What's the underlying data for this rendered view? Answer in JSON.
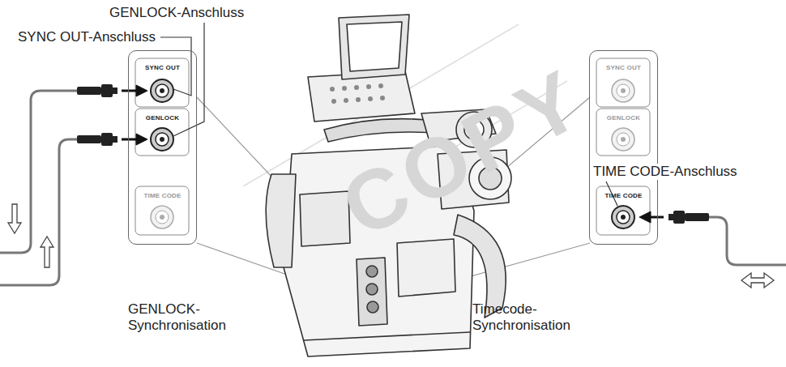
{
  "diagram": {
    "nodes": [
      {
        "text": [
          "SYNC OUT",
          "GENLOCK",
          "TIME CODE"
        ]
      },
      {
        "text": [
          "SYNC OUT",
          "GENLOCK",
          "TIME CODE"
        ]
      }
    ],
    "labels": [
      "GENLOCK-Anschluss",
      "SYNC OUT-Anschluss",
      "COPY",
      "TIME CODE-Anschluss",
      "GENLOCK- Synchronisation",
      "Timecode- Synchronisation"
    ]
  }
}
